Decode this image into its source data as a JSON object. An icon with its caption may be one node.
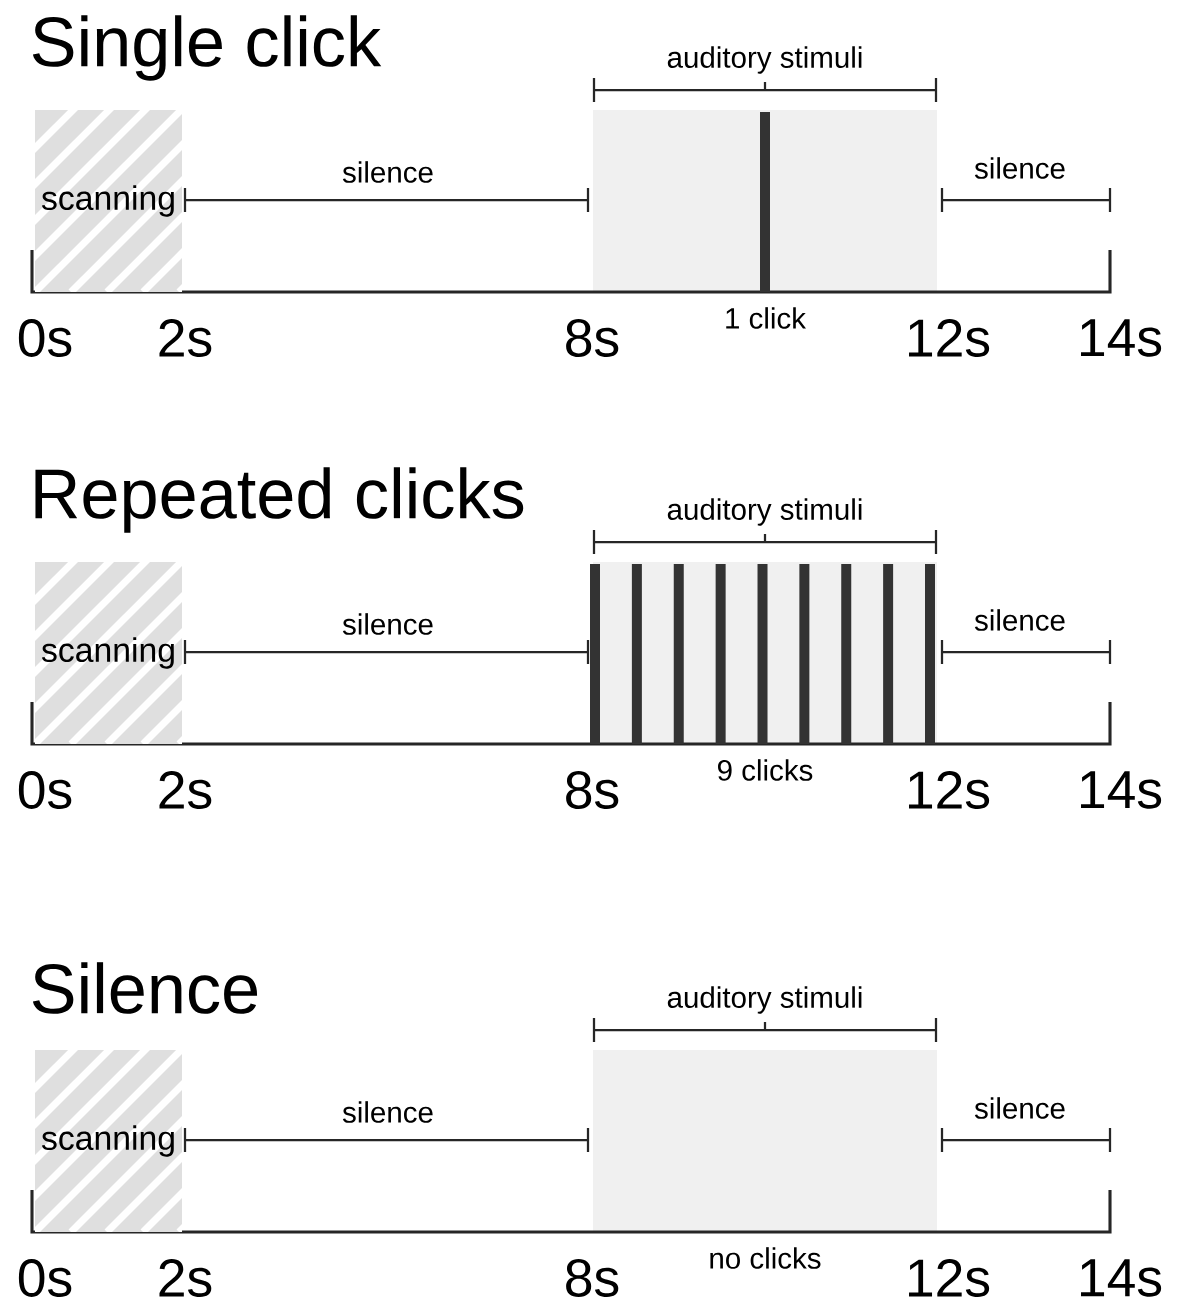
{
  "diagram": {
    "nodes": [
      {
        "text": [
          "scanning"
        ]
      },
      {
        "text": [],
        "shape": "box"
      },
      {
        "text": [
          "scanning"
        ]
      },
      {
        "text": [],
        "shape": "box"
      },
      {
        "text": [
          "scanning"
        ]
      },
      {
        "text": [],
        "shape": "box"
      }
    ],
    "labels": [
      "Single click",
      "auditory stimuli",
      "silence",
      "silence",
      "0s",
      "2s",
      "8s",
      "1 click",
      "12s",
      "14s",
      "Repeated clicks",
      "auditory stimuli",
      "silence",
      "silence",
      "0s",
      "2s",
      "8s",
      "9 clicks",
      "12s",
      "14s",
      "Silence",
      "auditory stimuli",
      "silence",
      "silence",
      "0s",
      "2s",
      "8s",
      "no clicks",
      "12s",
      "14s"
    ]
  }
}
